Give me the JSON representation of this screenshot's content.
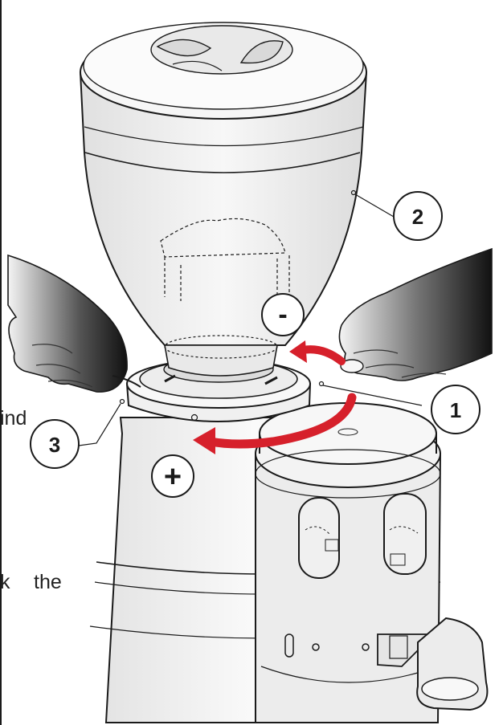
{
  "callouts": {
    "c1": "1",
    "c2": "2",
    "c3": "3"
  },
  "direction_symbols": {
    "minus": "-",
    "plus": "+"
  },
  "text_fragments": {
    "ind": "ind",
    "k": "k",
    "the": "the"
  },
  "colors": {
    "arrow": "#d6202b",
    "outline": "#1a1a1a",
    "body_fill": "#f2f2f2",
    "glove_dark": "#222222"
  }
}
